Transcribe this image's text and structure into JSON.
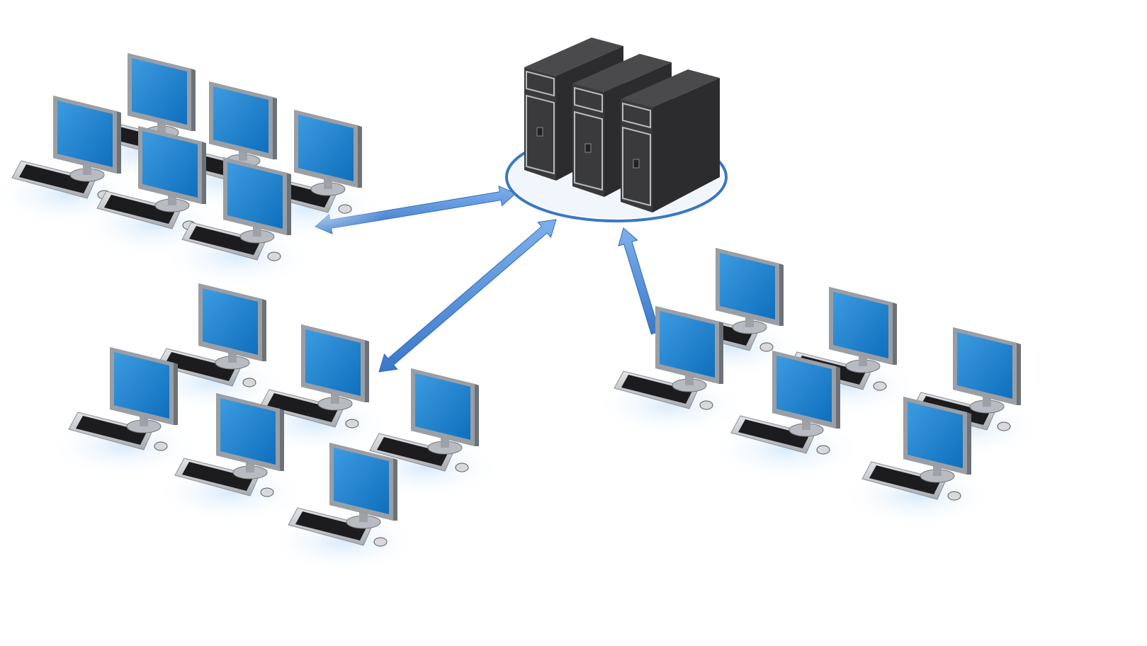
{
  "colors": {
    "background": "#ffffff",
    "screen": "#1a7fcc",
    "screen_light": "#3d9be0",
    "bezel": "#9a9fa6",
    "server_body": "#2c2c2e",
    "server_front": "#3a3a3c",
    "server_trim": "#b9bcc0",
    "arrow": "#4a8ad8",
    "ring": "#3b78c4",
    "keyboard": "#c9ccd1",
    "keys": "#1c1c1e"
  },
  "server_cluster": {
    "towers": 3
  },
  "workstation_groups": [
    {
      "name": "top-left",
      "computers": 6
    },
    {
      "name": "bottom-left",
      "computers": 6
    },
    {
      "name": "right",
      "computers": 6
    }
  ],
  "connections": [
    {
      "from": "top-left",
      "to": "server_cluster",
      "direction": "bidirectional"
    },
    {
      "from": "bottom-left",
      "to": "server_cluster",
      "direction": "bidirectional"
    },
    {
      "from": "right",
      "to": "server_cluster",
      "direction": "to-server"
    }
  ]
}
